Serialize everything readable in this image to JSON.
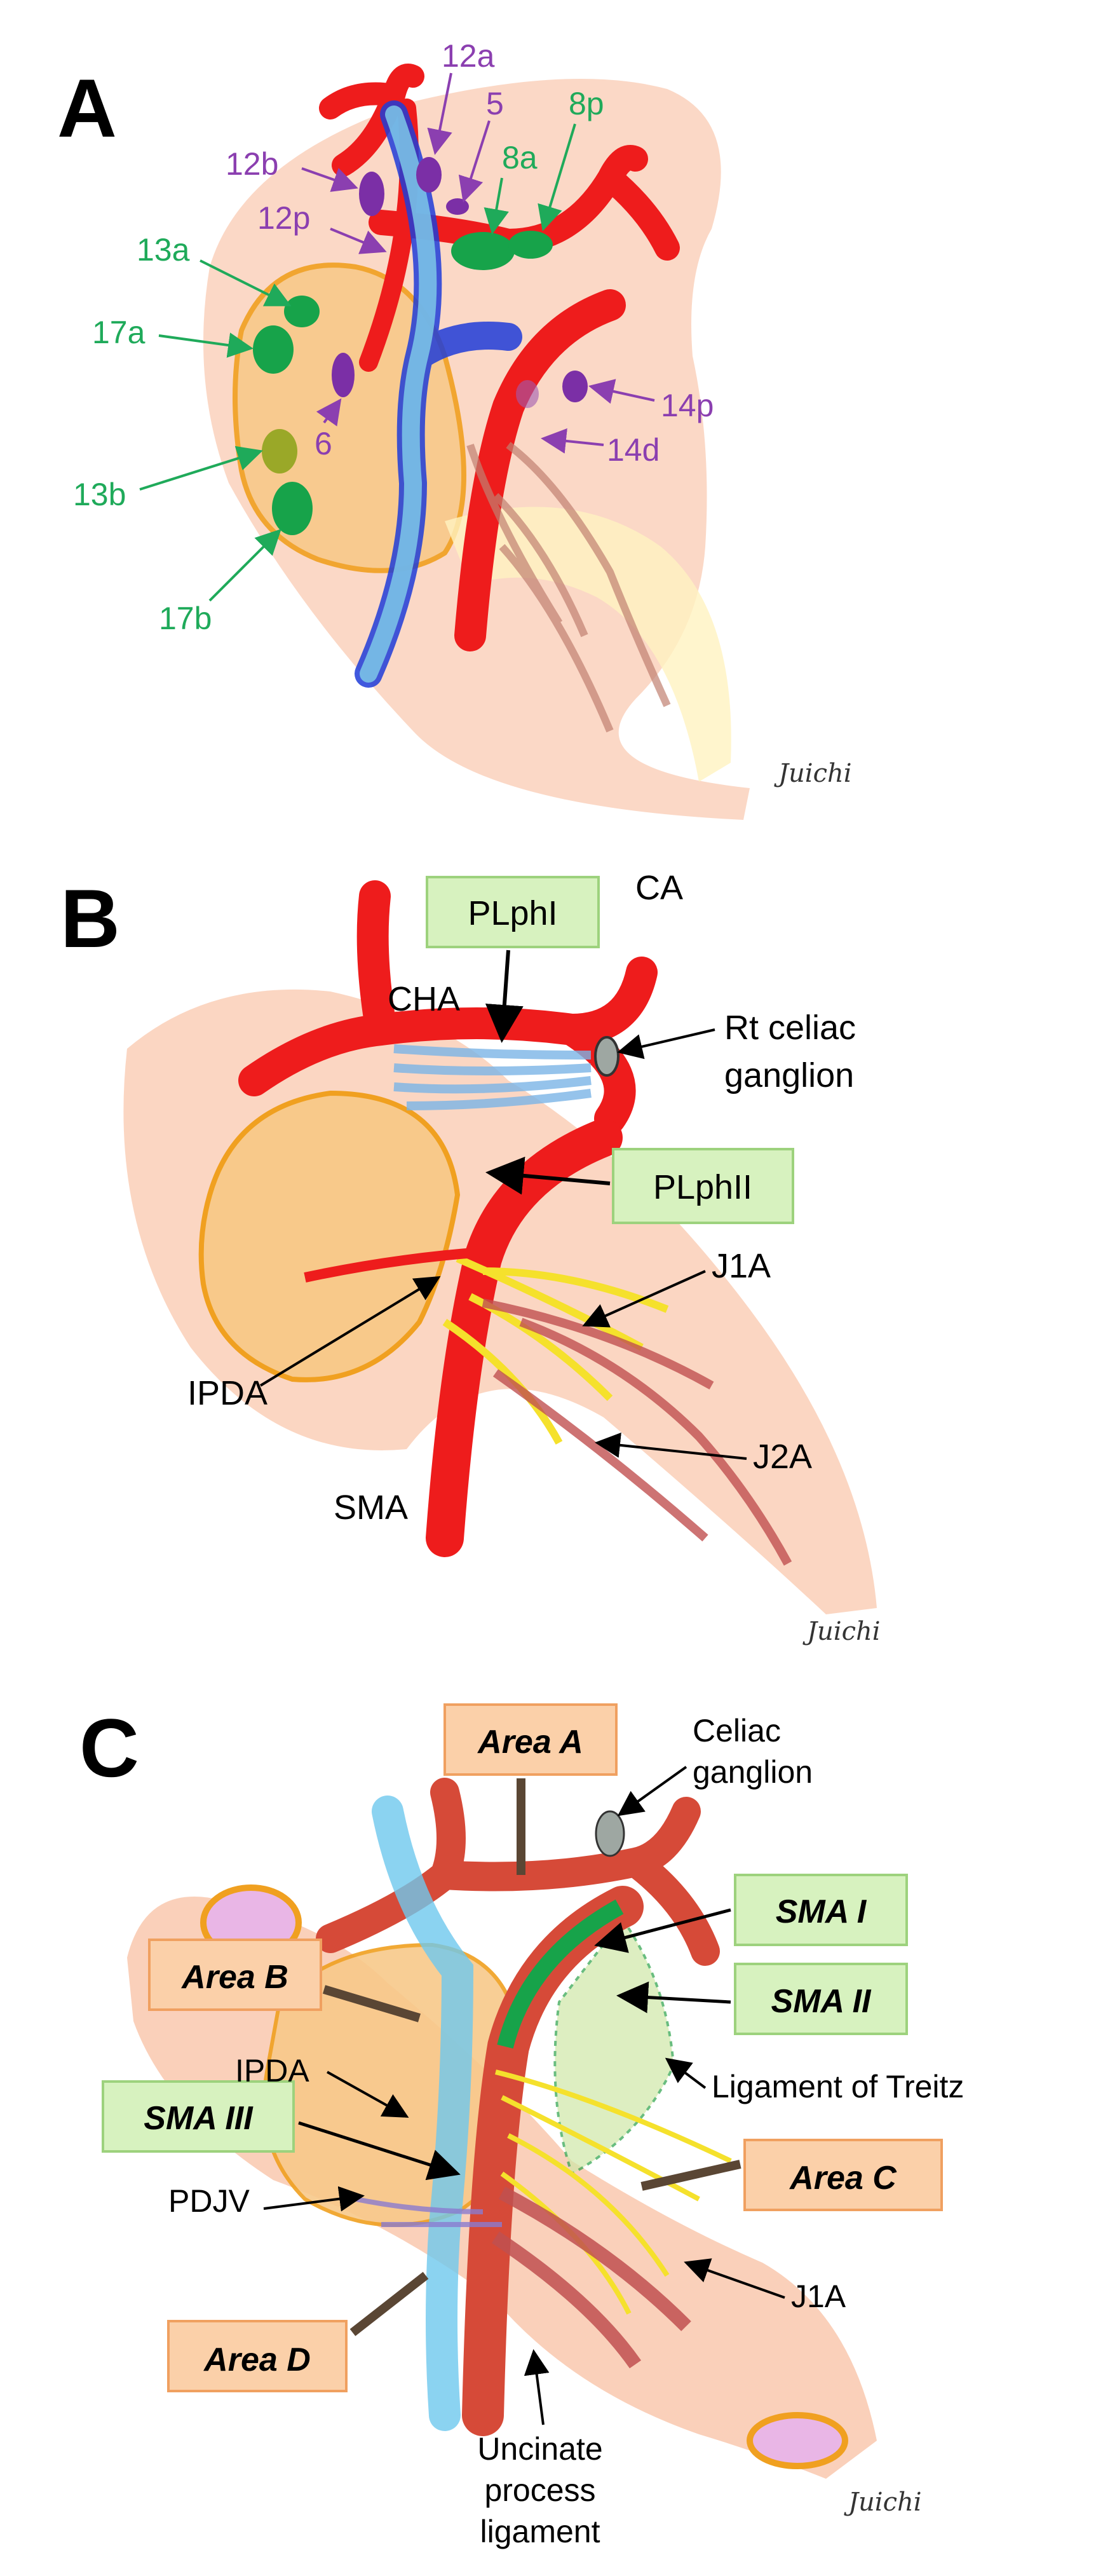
{
  "panels": {
    "a": {
      "letter": "A",
      "labels": {
        "l12a": "12a",
        "l5": "5",
        "l8p": "8p",
        "l12b": "12b",
        "l8a": "8a",
        "l12p": "12p",
        "l13a": "13a",
        "l17a": "17a",
        "l6": "6",
        "l14p": "14p",
        "l14d": "14d",
        "l13b": "13b",
        "l17b": "17b"
      },
      "signature": "Juichi"
    },
    "b": {
      "letter": "B",
      "labels": {
        "ca": "CA",
        "cha": "CHA",
        "rt_celiac_1": "Rt celiac",
        "rt_celiac_2": "ganglion",
        "j1a": "J1A",
        "ipda": "IPDA",
        "j2a": "J2A",
        "sma": "SMA"
      },
      "boxes": {
        "plphi": "PLphI",
        "plphii": "PLphII"
      },
      "signature": "Juichi"
    },
    "c": {
      "letter": "C",
      "labels": {
        "celiac_1": "Celiac",
        "celiac_2": "ganglion",
        "ipda": "IPDA",
        "treitz": "Ligament  of Treitz",
        "pdjv": "PDJV",
        "j1a": "J1A",
        "uncinate_1": "Uncinate",
        "uncinate_2": "process",
        "uncinate_3": "ligament"
      },
      "boxes": {
        "area_a": "Area A",
        "area_b": "Area B",
        "area_c": "Area C",
        "area_d": "Area D",
        "sma1": "SMA I",
        "sma2": "SMA II",
        "sma3": "SMA III"
      },
      "signature": "Juichi"
    }
  },
  "colors": {
    "artery": "#ee1c1c",
    "vein": "#1e3cd8",
    "lymph_purple": "#7b2fa6",
    "lymph_green": "#17a34a",
    "pancreas": "#f8c98a",
    "duodenum": "#f9c8ae",
    "nerve_yellow": "#f5e12c",
    "box_green": "#d7f2bf",
    "box_orange": "#fbd0a9"
  }
}
